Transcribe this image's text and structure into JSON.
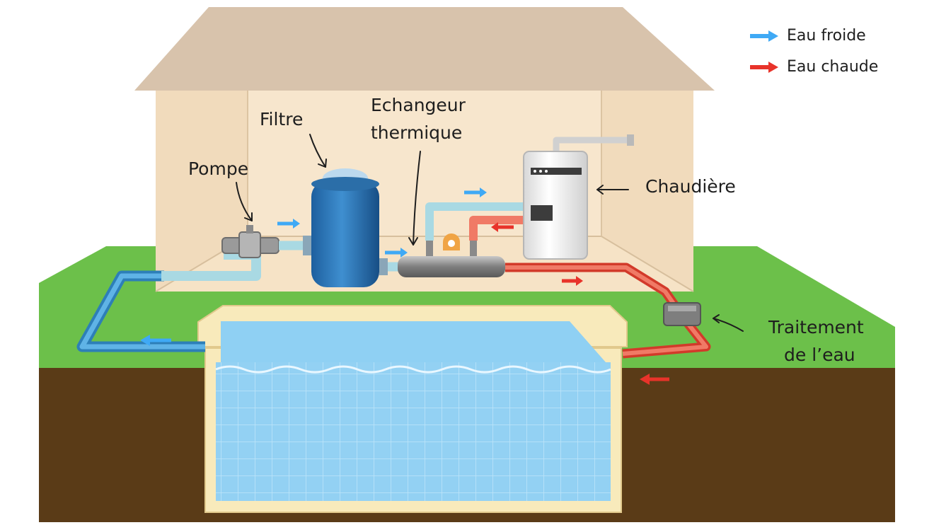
{
  "legend": {
    "cold": {
      "label": "Eau froide",
      "color": "#3fa9f5"
    },
    "hot": {
      "label": "Eau chaude",
      "color": "#e8332a"
    }
  },
  "labels": {
    "pompe": "Pompe",
    "filtre": "Filtre",
    "echangeur_line1": "Echangeur",
    "echangeur_line2": "thermique",
    "chaudiere": "Chaudière",
    "traitement_line1": "Traitement",
    "traitement_line2": "de l’eau"
  },
  "colors": {
    "house_wall": "#f3dfc3",
    "roof": "#d9c4ad",
    "grass": "#6cc04a",
    "soil": "#5a3b17",
    "pool_water": "#9fd6f5",
    "cold_pipe": "#bfe6ee",
    "hot_pipe": "#f07a66"
  },
  "icons": [
    "arrow-right-icon",
    "arrow-left-icon",
    "pointer-arrow-icon"
  ]
}
